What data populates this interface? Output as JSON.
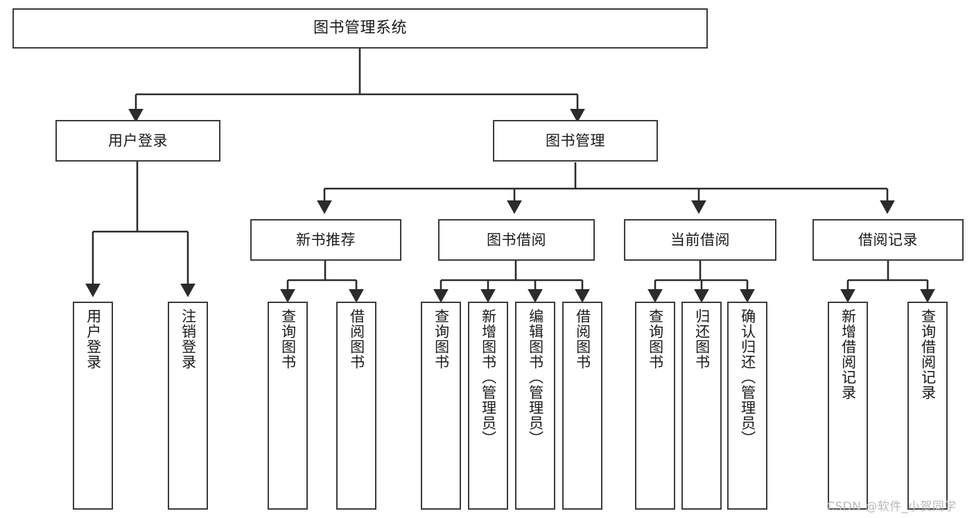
{
  "diagram": {
    "title": "图书管理系统",
    "type": "tree-hierarchy",
    "watermark": "CSDN @软件_小贺同学",
    "colors": {
      "box_border": "#3b3b3b",
      "box_fill": "#ffffff",
      "edge": "#2b2b2b",
      "text": "#1a1a1a",
      "watermark": "#b9b9b9",
      "background": "#ffffff"
    },
    "nodes": {
      "root": {
        "label": "图书管理系统"
      },
      "level2": [
        {
          "id": "user-login",
          "label": "用户登录"
        },
        {
          "id": "book-manage",
          "label": "图书管理"
        }
      ],
      "level3": [
        {
          "id": "new-book-rec",
          "label": "新书推荐"
        },
        {
          "id": "book-borrow",
          "label": "图书借阅"
        },
        {
          "id": "current-borrow",
          "label": "当前借阅"
        },
        {
          "id": "borrow-record",
          "label": "借阅记录"
        }
      ],
      "leaves": [
        {
          "id": "leaf-user-login",
          "label": "用户登录",
          "parent": "user-login"
        },
        {
          "id": "leaf-logout-login",
          "label": "注销登录",
          "parent": "user-login"
        },
        {
          "id": "leaf-query-book-1",
          "label": "查询图书",
          "parent": "new-book-rec"
        },
        {
          "id": "leaf-borrow-book-1",
          "label": "借阅图书",
          "parent": "new-book-rec"
        },
        {
          "id": "leaf-query-book-2",
          "label": "查询图书",
          "parent": "book-borrow"
        },
        {
          "id": "leaf-add-book",
          "label": "新增图书（管理员）",
          "parent": "book-borrow"
        },
        {
          "id": "leaf-edit-book",
          "label": "编辑图书（管理员）",
          "parent": "book-borrow"
        },
        {
          "id": "leaf-borrow-book-2",
          "label": "借阅图书",
          "parent": "book-borrow"
        },
        {
          "id": "leaf-query-book-3",
          "label": "查询图书",
          "parent": "current-borrow"
        },
        {
          "id": "leaf-return-book",
          "label": "归还图书",
          "parent": "current-borrow"
        },
        {
          "id": "leaf-confirm-return",
          "label": "确认归还（管理员）",
          "parent": "current-borrow"
        },
        {
          "id": "leaf-add-record",
          "label": "新增借阅记录",
          "parent": "borrow-record"
        },
        {
          "id": "leaf-query-record",
          "label": "查询借阅记录",
          "parent": "borrow-record"
        }
      ]
    }
  }
}
